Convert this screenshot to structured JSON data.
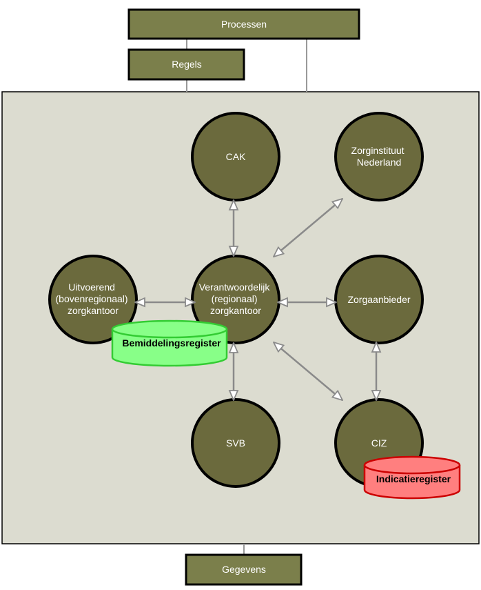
{
  "layers": {
    "processen": "Processen",
    "regels": "Regels",
    "gegevens": "Gegevens"
  },
  "nodes": {
    "cak": [
      "CAK"
    ],
    "zorginstituut": [
      "Zorginstituut",
      "Nederland"
    ],
    "uitvoerend": [
      "Uitvoerend",
      "(bovenregionaal)",
      "zorgkantoor"
    ],
    "verantwoordelijk": [
      "Verantwoordelijk",
      "(regionaal)",
      "zorgkantoor"
    ],
    "zorgaanbieder": [
      "Zorgaanbieder"
    ],
    "svb": [
      "SVB"
    ],
    "ciz": [
      "CIZ"
    ]
  },
  "registers": {
    "bemiddeling": "Bemiddelingsregister",
    "indicatie": "Indicatieregister"
  },
  "colors": {
    "layer_fill": "#7b7f4b",
    "node_fill": "#6b6a3d",
    "outline": "#000000",
    "panel_fill": "#dcdcd0",
    "arrow": "#8a8a8a",
    "bemiddeling_fill": "#88ff88",
    "bemiddeling_stroke": "#33cc33",
    "indicatie_fill": "#ff7f7f",
    "indicatie_stroke": "#cc0000",
    "text_light": "#ffffff",
    "text_dark": "#000000"
  }
}
